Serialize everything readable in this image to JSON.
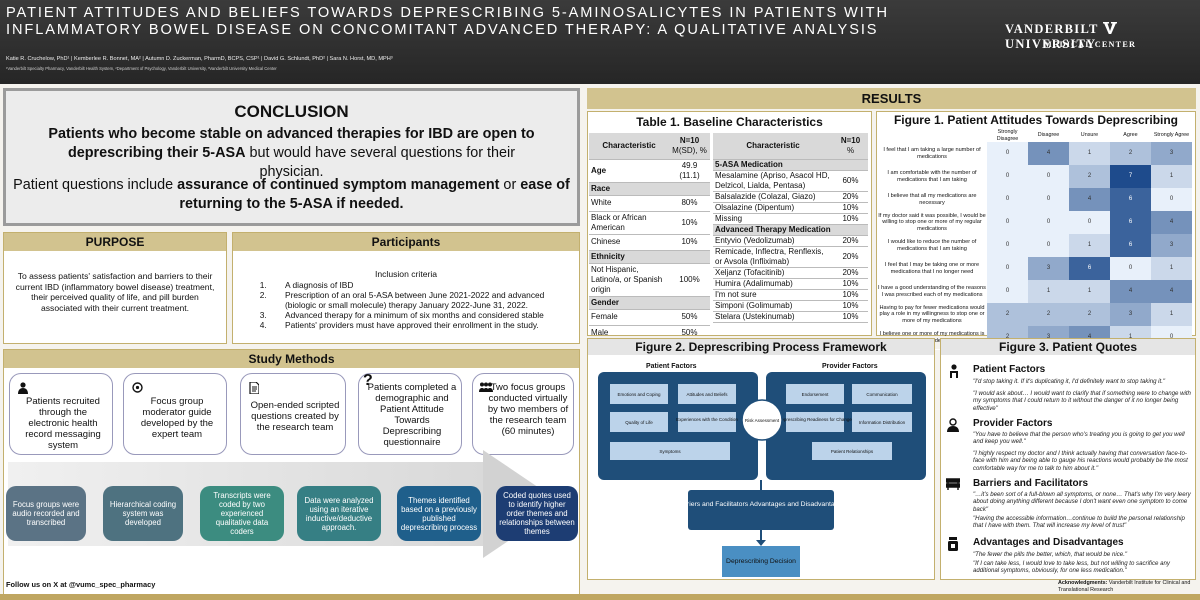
{
  "header": {
    "title": "PATIENT ATTITUDES AND BELIEFS TOWARDS DEPRESCRIBING 5-AMINOSALICYTES IN PATIENTS WITH INFLAMMATORY BOWEL DISEASE ON CONCOMITANT ADVANCED THERAPY: A QUALITATIVE ANALYSIS",
    "authors": "Katie R. Cruchelow, PhD¹ | Kemberlee R. Bonnet, MA² | Autumn D. Zuckerman, PharmD, BCPS, CSP¹ | David G. Schlundt, PhD² | Sara N. Horst, MD, MPH³",
    "affiliations": "¹Vanderbilt Specialty Pharmacy, Vanderbilt Health System, ²Department of Psychology, Vanderbilt University, ³Vanderbilt University Medical Center",
    "logo_left": "VANDERBILT",
    "logo_right": "UNIVERSITY",
    "logo_sub": "MEDICAL CENTER"
  },
  "conclusion": {
    "title": "CONCLUSION",
    "main_bold": "Patients who become stable on advanced therapies for IBD are open to deprescribing their 5-ASA",
    "main_rest": " but would have several questions for their physician.",
    "sub_a": "Patient questions include ",
    "sub_b": "assurance of continued symptom management",
    "sub_c": " or ",
    "sub_d": "ease of returning to the 5-ASA if needed."
  },
  "purpose": {
    "title": "PURPOSE",
    "text": "To assess patients' satisfaction and barriers to their current IBD (inflammatory bowel disease) treatment, their perceived quality of life, and pill burden associated with their current treatment."
  },
  "participants": {
    "title": "Participants",
    "subtitle": "Inclusion criteria",
    "items": [
      "A diagnosis of IBD",
      "Prescription of an oral 5-ASA between June 2021-2022 and advanced (biologic or small molecule) therapy January 2022-June 31, 2022.",
      "Advanced therapy for a minimum of six months and considered stable",
      "Patients' providers must have approved their enrollment in the study."
    ]
  },
  "methods": {
    "title": "Study Methods",
    "cards": [
      "Patients recruited through the electronic health record messaging system",
      "Focus group moderator guide developed by the expert team",
      "Open-ended scripted questions created by the research team",
      "Patients completed a demographic and Patient Attitude Towards Deprescribing questionnaire",
      "Two focus groups conducted virtually by two members of the research team (60 minutes)"
    ],
    "steps": [
      "Focus groups were audio recorded and transcribed",
      "Hierarchical coding system was developed",
      "Transcripts were coded by two experienced qualitative data coders",
      "Data were analyzed using an iterative inductive/deductive approach.",
      "Themes identified based on a previously published deprescribing process",
      "Coded quotes used to identify higher order themes and relationships between themes"
    ],
    "step_colors": [
      "#5b7385",
      "#4e7280",
      "#3c8c80",
      "#367f84",
      "#1f5f8b",
      "#1d3d73"
    ]
  },
  "results": {
    "title": "RESULTS"
  },
  "table1": {
    "title": "Table 1. Baseline Characteristics",
    "left_head": [
      "Characteristic",
      "N=10",
      "M(SD), %"
    ],
    "left_rows": [
      [
        "Age",
        "49.9 (11.1)",
        "row"
      ],
      [
        "Race",
        "",
        "cat"
      ],
      [
        "White",
        "80%",
        "row"
      ],
      [
        "Black or African American",
        "10%",
        "row"
      ],
      [
        "Chinese",
        "10%",
        "row"
      ],
      [
        "Ethnicity",
        "",
        "cat"
      ],
      [
        "Not Hispanic, Latino/a, or Spanish origin",
        "100%",
        "row"
      ],
      [
        "Gender",
        "",
        "cat"
      ],
      [
        "Female",
        "50%",
        "row"
      ],
      [
        "Male",
        "50%",
        "row"
      ]
    ],
    "right_head": [
      "Characteristic",
      "N=10",
      "%"
    ],
    "right_rows": [
      [
        "5-ASA Medication",
        "",
        "cat"
      ],
      [
        "Mesalamine (Apriso, Asacol HD, Delzicol, Lialda, Pentasa)",
        "60%",
        "row"
      ],
      [
        "Balsalazide (Colazal, Giazo)",
        "20%",
        "row"
      ],
      [
        "Olsalazine (Dipentum)",
        "10%",
        "row"
      ],
      [
        "Missing",
        "10%",
        "row"
      ],
      [
        "Advanced Therapy Medication",
        "",
        "cat"
      ],
      [
        "Entyvio (Vedolizumab)",
        "20%",
        "row"
      ],
      [
        "Remicade, Inflectra, Renflexis, or Avsola (Infliximab)",
        "20%",
        "row"
      ],
      [
        "Xeljanz (Tofacitinib)",
        "20%",
        "row"
      ],
      [
        "Humira (Adalimumab)",
        "10%",
        "row"
      ],
      [
        "I'm not sure",
        "10%",
        "row"
      ],
      [
        "Simponi (Golimumab)",
        "10%",
        "row"
      ],
      [
        "Stelara (Ustekinumab)",
        "10%",
        "row"
      ]
    ]
  },
  "chart_data": {
    "type": "heatmap",
    "title": "Figure 1. Patient Attitudes Towards Deprescribing",
    "columns": [
      "Strongly Disagree",
      "Disagree",
      "Unsure",
      "Agree",
      "Strongly Agree"
    ],
    "rows": [
      {
        "label": "I feel that I am taking a large number of medications",
        "values": [
          0,
          4,
          1,
          2,
          3
        ]
      },
      {
        "label": "I am comfortable with the number of medications that I am taking",
        "values": [
          0,
          0,
          2,
          7,
          1
        ]
      },
      {
        "label": "I believe that all my medications are necessary",
        "values": [
          0,
          0,
          4,
          6,
          0
        ]
      },
      {
        "label": "If my doctor said it was possible, I would be willing to stop one or more of my regular medications",
        "values": [
          0,
          0,
          0,
          6,
          4
        ]
      },
      {
        "label": "I would like to reduce the number of medications that I am taking",
        "values": [
          0,
          0,
          1,
          6,
          3
        ]
      },
      {
        "label": "I feel that I may be taking one or more medications that I no longer need",
        "values": [
          0,
          3,
          6,
          0,
          1
        ]
      },
      {
        "label": "I have a good understanding of the reasons I was prescribed each of my medications",
        "values": [
          0,
          1,
          1,
          4,
          4
        ]
      },
      {
        "label": "Having to pay for fewer medications would play a role in my willingness to stop one or more of my medications",
        "values": [
          2,
          2,
          2,
          3,
          1
        ]
      },
      {
        "label": "I believe one or more of my medications is giving me side effects",
        "values": [
          2,
          3,
          4,
          1,
          0
        ]
      }
    ]
  },
  "figure2": {
    "title": "Figure 2. Deprescribing Process Framework",
    "patient_factors": "Patient Factors",
    "provider_factors": "Provider Factors",
    "patient_items": [
      "Emotions and Coping",
      "Attitudes and Beliefs",
      "Quality of Life",
      "Experiences with the Condition",
      "Symptoms"
    ],
    "provider_items": [
      "Endorsement",
      "Communication",
      "Deprescribing Readiness for Change",
      "Information Distribution",
      "Patient Relationships"
    ],
    "center": "Risk Assessment",
    "box1": "Barriers and Facilitators Advantages and Disadvantages",
    "box2": "Deprescribing Decision"
  },
  "figure3": {
    "title": "Figure 3. Patient Quotes",
    "sections": [
      {
        "title": "Patient Factors",
        "quotes": [
          "\"I'd stop taking it. If it's duplicating it, I'd definitely want to stop taking it.\"",
          "\"I would ask about… I would want to clarify that if something were to change with my symptoms that I could return to it without the danger of it no longer being effective\""
        ]
      },
      {
        "title": "Provider Factors",
        "quotes": [
          "\"You have to believe that the person who's treating you is going to get you well and keep you well.\"",
          "\"I highly respect my doctor and I think actually having that conversation face-to-face with him and being able to gauge his reactions would probably be the most comfortable way for me to talk to him about it.\""
        ]
      },
      {
        "title": "Barriers and Facilitators",
        "quotes": [
          "\"…it's been sort of a full-blown all symptoms, or none… That's why I'm very leery about doing anything different because I don't want even one symptom to come back\"",
          "\"Having the accessible information…continue to build the personal relationship that I have with them. That will increase my level of trust\""
        ]
      },
      {
        "title": "Advantages and Disadvantages",
        "quotes": [
          "\"The fewer the pills the better, which, that would be nice.\"",
          "\"If I can take less, I would love to take less, but not willing to sacrifice any additional symptoms, obviously, for one less medication.\""
        ]
      }
    ]
  },
  "footer": {
    "social": "Follow us on X at @vumc_spec_pharmacy",
    "ack_bold": "Acknowledgments:",
    "ack": " Vanderbilt Institute for Clinical and Translational Research"
  }
}
